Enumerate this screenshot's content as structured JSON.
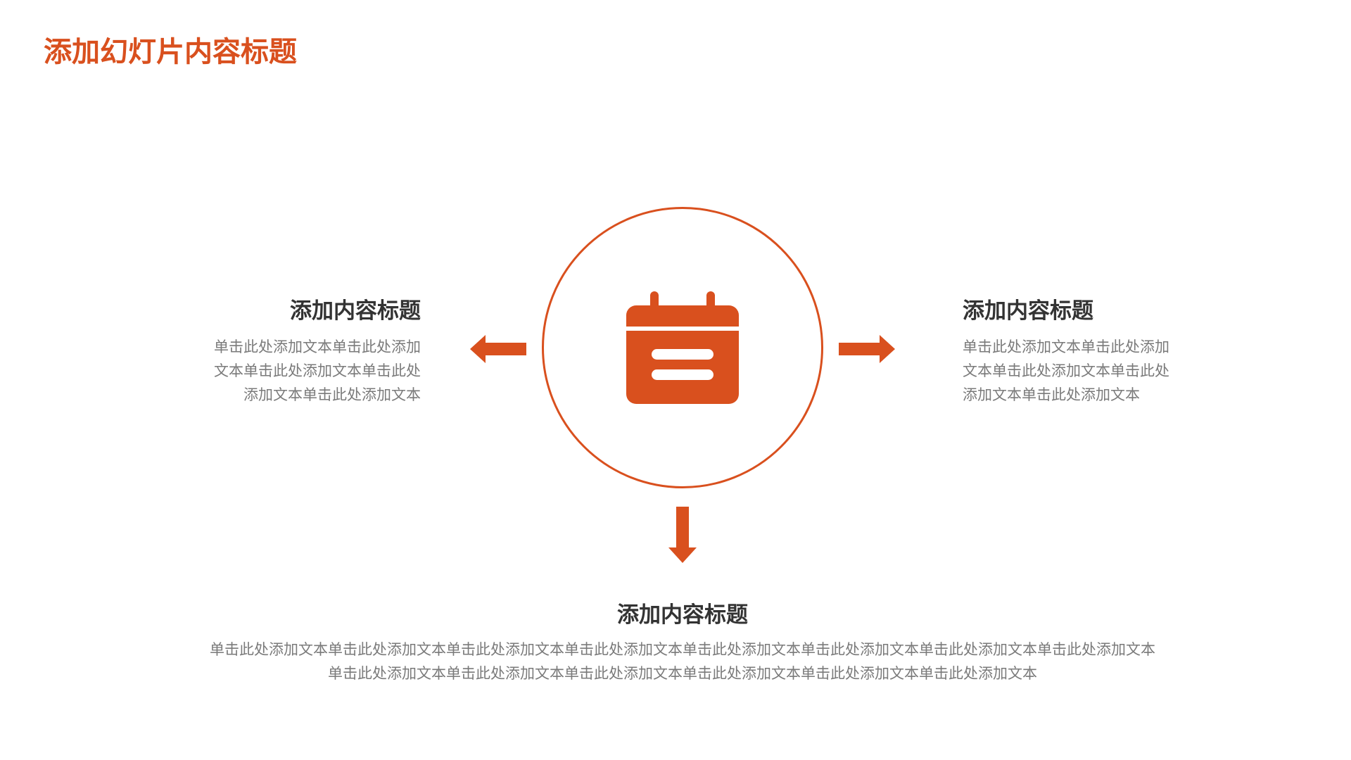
{
  "slide": {
    "title": "添加幻灯片内容标题"
  },
  "left_block": {
    "heading": "添加内容标题",
    "lines": [
      "单击此处添加文本单击此处添加",
      "文本单击此处添加文本单击此处",
      "添加文本单击此处添加文本"
    ]
  },
  "right_block": {
    "heading": "添加内容标题",
    "lines": [
      "单击此处添加文本单击此处添加",
      "文本单击此处添加文本单击此处",
      "添加文本单击此处添加文本"
    ]
  },
  "bottom_block": {
    "heading": "添加内容标题",
    "lines": [
      "单击此处添加文本单击此处添加文本单击此处添加文本单击此处添加文本单击此处添加文本单击此处添加文本单击此处添加文本单击此处添加文本",
      "单击此处添加文本单击此处添加文本单击此处添加文本单击此处添加文本单击此处添加文本单击此处添加文本"
    ]
  },
  "icons": {
    "center": "calendar-icon",
    "left": "arrow-left-icon",
    "right": "arrow-right-icon",
    "down": "arrow-down-icon"
  },
  "colors": {
    "accent": "#D9501E",
    "heading": "#333333",
    "body_text": "#7a7a7a",
    "background": "#ffffff"
  }
}
